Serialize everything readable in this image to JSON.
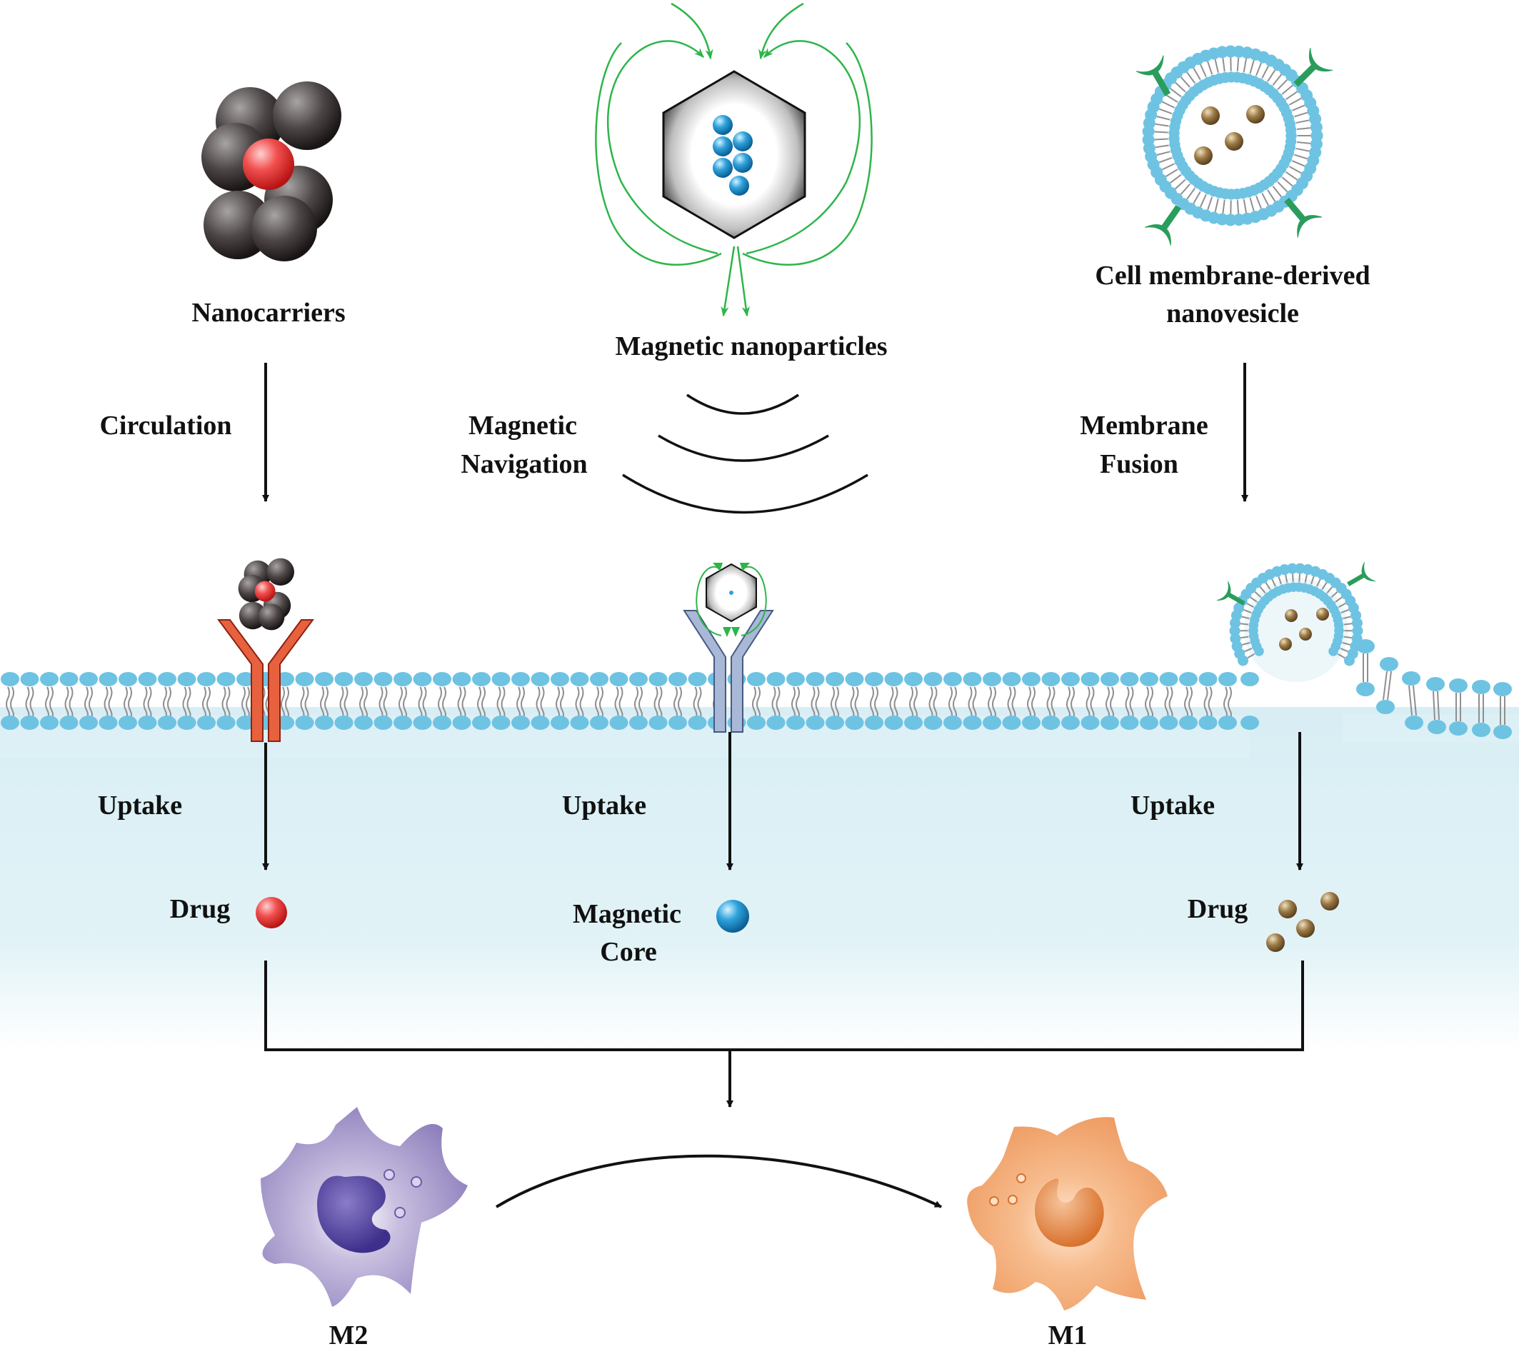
{
  "columns": {
    "nanocarriers": {
      "title": "Nanocarriers",
      "step": "Circulation",
      "uptake": "Uptake",
      "product": "Drug"
    },
    "magnetic": {
      "title": "Magnetic nanoparticles",
      "step_line1": "Magnetic",
      "step_line2": "Navigation",
      "uptake": "Uptake",
      "product_line1": "Magnetic",
      "product_line2": "Core"
    },
    "vesicle": {
      "title_line1": "Cell membrane-derived",
      "title_line2": "nanovesicle",
      "step_line1": "Membrane",
      "step_line2": "Fusion",
      "uptake": "Uptake",
      "product": "Drug"
    }
  },
  "macrophages": {
    "from": "M2",
    "to": "M1"
  },
  "colors": {
    "cytoplasm": "#dcf0f5",
    "lipid_head": "#6ec3e3",
    "drug_red": "#ee3b3b",
    "magnetic_core": "#2fa3dc",
    "field_lines": "#2db54a",
    "receptor_red": "#e8613f",
    "receptor_blue": "#a8b8d6",
    "vesicle_cargo": "#8a6a3a",
    "m2_cell": "#9485c0",
    "m1_cell": "#f0a06a"
  }
}
